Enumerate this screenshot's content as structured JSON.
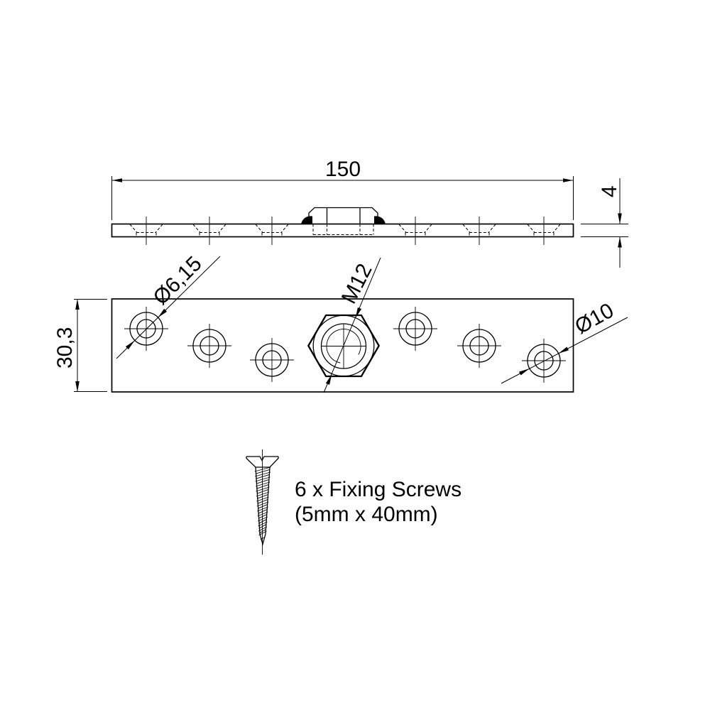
{
  "colors": {
    "background": "#ffffff",
    "ink": "#000000"
  },
  "views": {
    "side_view": {
      "length_dimension": "150",
      "thickness_dimension": "4"
    },
    "front_view": {
      "height_dimension": "30,3",
      "countersunk_hole_diameter": "Ø6,15",
      "thread_size": "M12",
      "end_hole_diameter": "Ø10"
    }
  },
  "note": {
    "line1": "6 x Fixing Screws",
    "line2": "(5mm x 40mm)"
  }
}
